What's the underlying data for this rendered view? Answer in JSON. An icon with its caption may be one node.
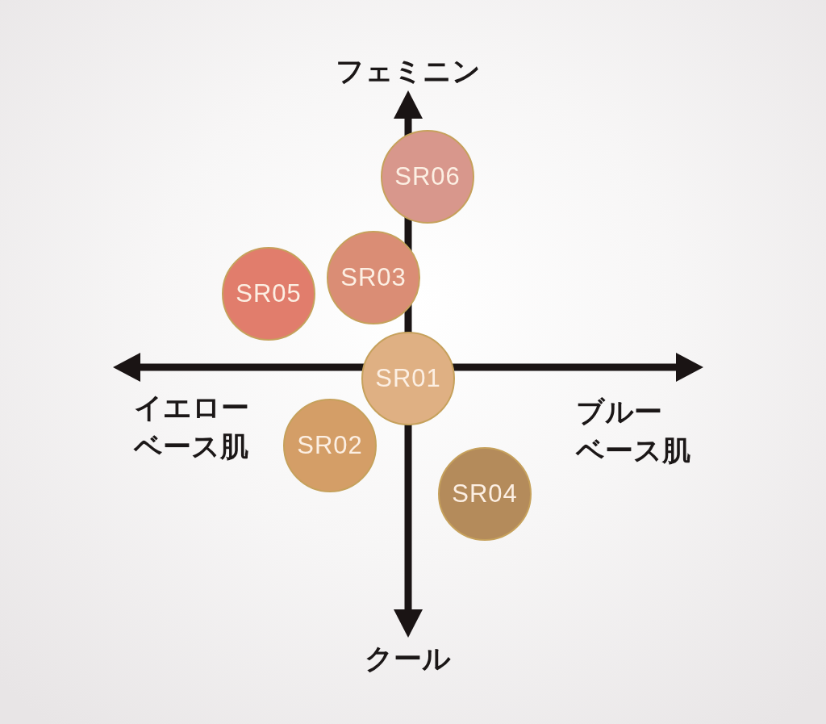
{
  "diagram": {
    "nodes": [
      {
        "text": [
          "SR06"
        ]
      },
      {
        "text": [
          "SR05"
        ]
      },
      {
        "text": [
          "SR03"
        ]
      },
      {
        "text": [
          "SR01"
        ]
      },
      {
        "text": [
          "SR02"
        ]
      },
      {
        "text": [
          "SR04"
        ]
      }
    ],
    "labels": [
      "フェミニン",
      "イエローベース肌",
      "ブルーベース肌",
      "クール"
    ]
  }
}
